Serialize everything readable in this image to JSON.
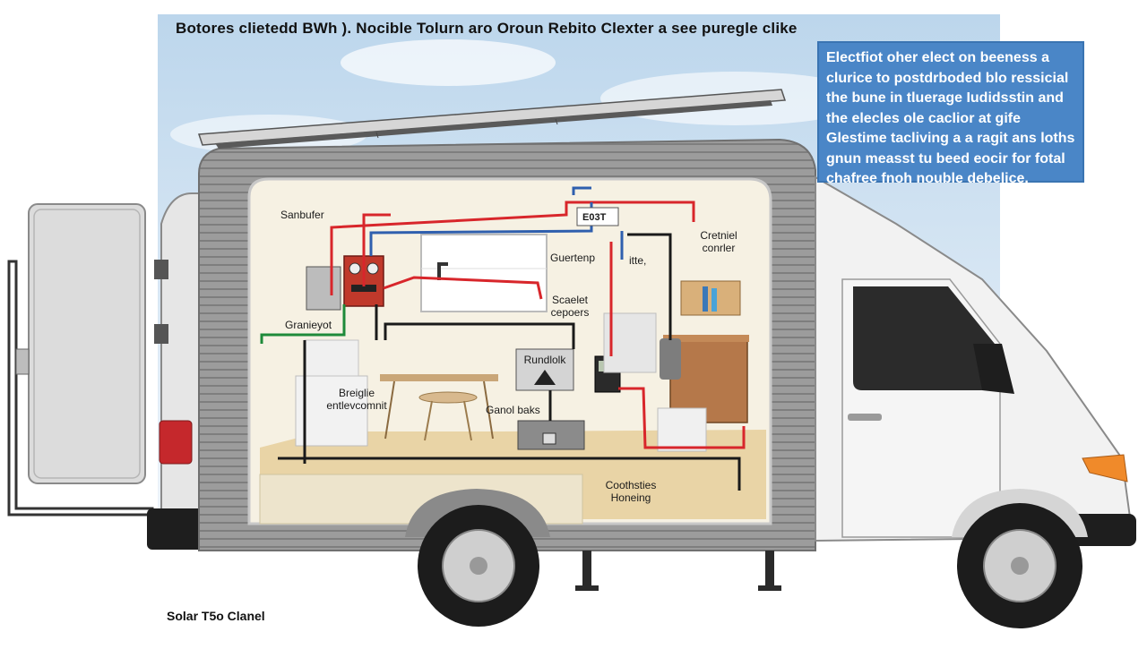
{
  "heading": "Botores clietedd BWh ). Nocible Tolurn aro Oroun Rebito Clexter a see puregle clike",
  "footer_label": "Solar T5o Clanel",
  "callout": {
    "lines": [
      "Electfiot oher elect on beeness a",
      "clurice to postdrboded blo ressicial",
      "the bune in tluerage Iudidsstin and",
      "the elecles ole caclior at gife",
      "Glestime tacliving a a ragit ans loths",
      "gnun measst tu beed eocir for fotal",
      "chafree fnoh nouble debelice."
    ]
  },
  "labels": {
    "sanbufer": "Sanbufer",
    "granieyot": "Granieyot",
    "breiglie": "Breiglie",
    "breiglie_sub": "entlevcomnit",
    "guertenp": "Guertenp",
    "itte": "itte,",
    "scaelet": "Scaelet",
    "scaelet_sub": "cepoers",
    "rundlolk": "Rundlolk",
    "ganol_baks": "Ganol baks",
    "cretniel": "Cretniel",
    "cretniel_sub": "conrler",
    "coothsties": "Coothsties",
    "coothsties_sub": "Honeing",
    "meter_code": "E03T"
  },
  "colors": {
    "sky": "#dceaf6",
    "van_body": "#9a9a9a",
    "van_siding": "#8d8d8d",
    "interior": "#f6f1e3",
    "floor": "#e9d4a6",
    "cab": "#f2f2f2",
    "wire_red": "#d8262b",
    "wire_blue": "#2f5fae",
    "wire_black": "#1a1a1a",
    "wire_green": "#1e8a3a",
    "callout_bg": "#4a86c7",
    "cabinet": "#b5784a",
    "taillight": "#c5282c",
    "indicator": "#f08a2a"
  }
}
